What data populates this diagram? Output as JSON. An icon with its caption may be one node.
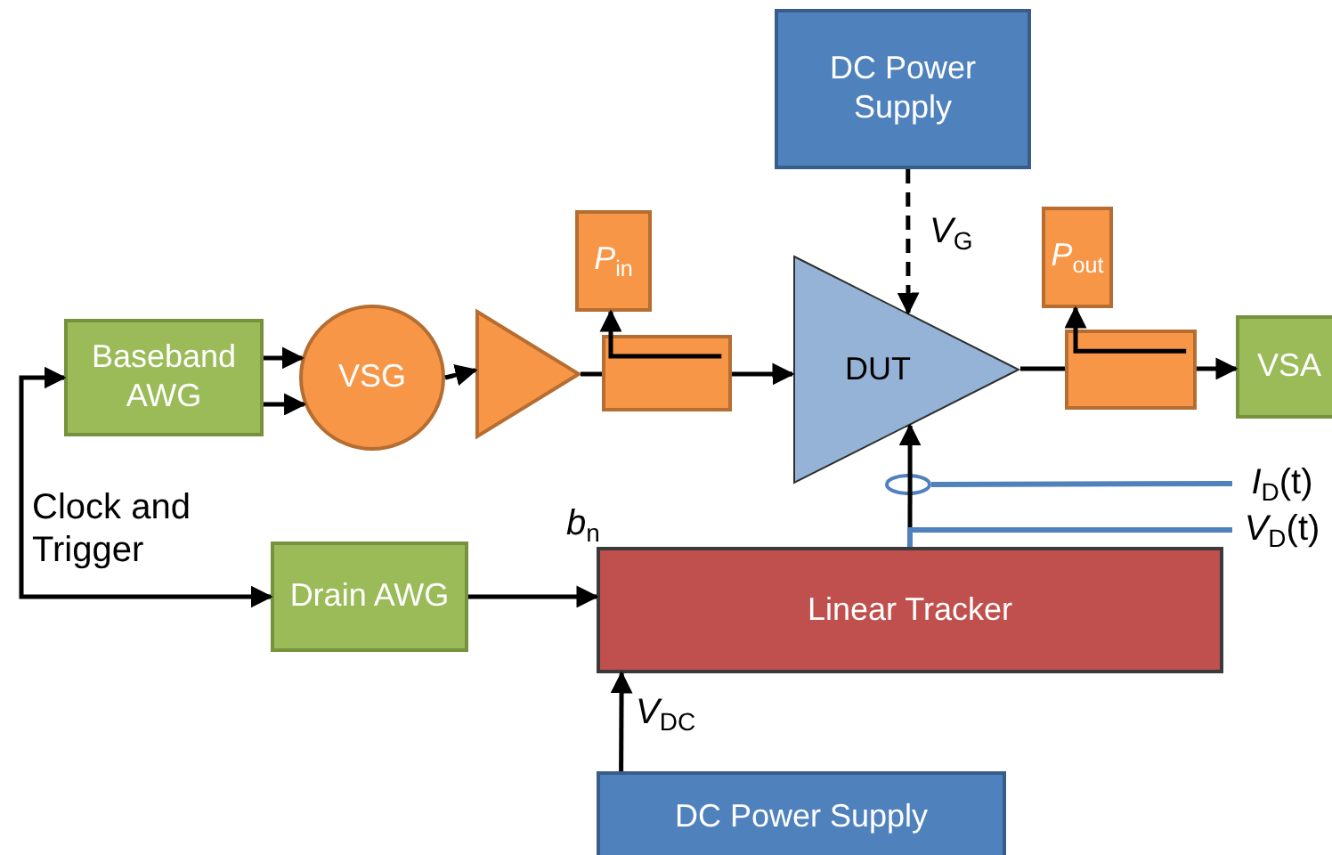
{
  "diagram": {
    "nodes": [
      {
        "text": [
          "Baseband AWG"
        ]
      },
      {
        "text": [
          "VSG"
        ]
      },
      {
        "text": [],
        "shape": "triangle"
      },
      {
        "text": [
          "*P*$_{in}$"
        ]
      },
      {
        "text": [],
        "shape": "box"
      },
      {
        "text": [
          "DC Power Supply"
        ]
      },
      {
        "text": [
          "DUT"
        ]
      },
      {
        "text": [
          "*P*$_{out}$"
        ]
      },
      {
        "text": [],
        "shape": "box"
      },
      {
        "text": [
          "VSA"
        ]
      },
      {
        "text": [
          "Drain AWG"
        ]
      },
      {
        "text": [
          "Linear Tracker"
        ]
      },
      {
        "text": [
          "DC Power Supply"
        ]
      },
      {
        "text": [
          "*I*$_{D}$(t)"
        ]
      },
      {
        "text": [
          "*V*$_{D}$(t)"
        ]
      },
      {
        "text": [],
        "shape": "circle"
      }
    ],
    "edges": [
      {
        "from": 0,
        "to": 1,
        "arrow": "to"
      },
      {
        "from": 0,
        "to": 1,
        "arrow": "to"
      },
      {
        "from": 1,
        "to": 2,
        "arrow": "to"
      },
      {
        "from": 2,
        "to": 4,
        "arrow": "none"
      },
      {
        "from": 4,
        "to": 6,
        "arrow": "to"
      },
      {
        "from": 4,
        "to": 3,
        "arrow": "to"
      },
      {
        "from": 8,
        "to": 7,
        "arrow": "to"
      },
      {
        "from": 6,
        "to": 8,
        "arrow": "none"
      },
      {
        "from": 8,
        "to": 9,
        "arrow": "to"
      },
      {
        "from": 5,
        "to": 6,
        "arrow": "to",
        "style": "dashed",
        "label": "*V*$_{G}$"
      },
      {
        "from": 11,
        "to": 6,
        "arrow": "to"
      },
      {
        "from": 10,
        "to": 11,
        "arrow": "to",
        "label": "*b*$_{n}$"
      },
      {
        "from": 12,
        "to": 11,
        "arrow": "to",
        "label": "*V*$_{DC}$"
      },
      {
        "from": 10,
        "to": 0,
        "arrow": "both",
        "label": "Clock and Trigger"
      },
      {
        "from": 13,
        "to": 15,
        "arrow": "none",
        "color": "#4f81bd"
      },
      {
        "from": 14,
        "to": 11,
        "arrow": "none",
        "color": "#4f81bd"
      }
    ]
  }
}
